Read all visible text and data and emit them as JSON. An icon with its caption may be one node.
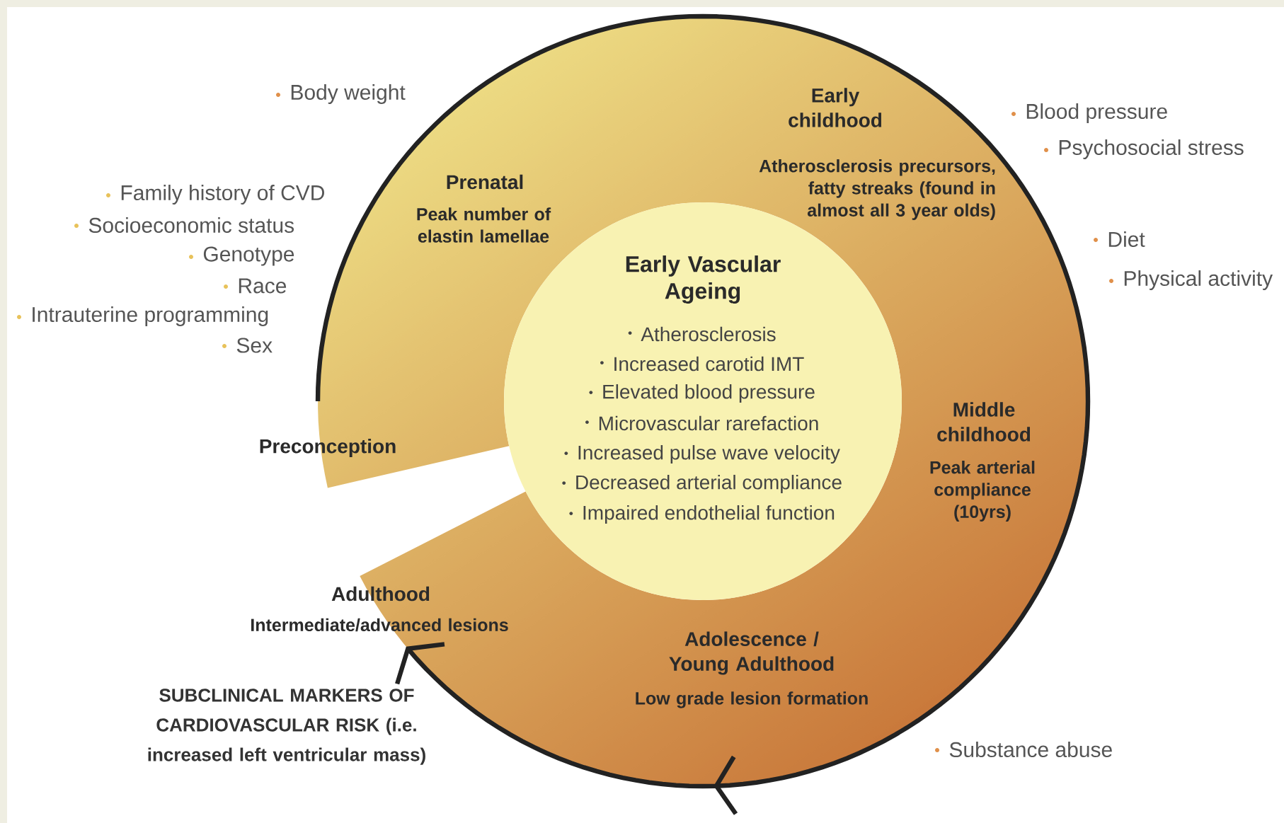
{
  "diagram": {
    "nodes": [
      {
        "text": [
          "Prenatal",
          "Peak number of elastin lamellae",
          "Early childhood",
          "Atherosclerosis precursors, fatty streaks (found in almost all 3 year olds)",
          "Middle childhood",
          "Peak arterial compliance (10yrs)",
          "Adolescence / Young Adulthood",
          "Low grade lesion formation",
          "Adulthood",
          "Intermediate/advanced lesions"
        ]
      },
      {
        "in": 0,
        "text": [
          "Early Vascular Ageing",
          "Atherosclerosis",
          "Increased carotid IMT",
          "Elevated blood pressure",
          "Microvascular rarefaction",
          "Increased pulse wave velocity",
          "Decreased arterial compliance",
          "Impaired endothelial function"
        ]
      }
    ],
    "labels": [
      "Preconception",
      "Body weight",
      "Family history of CVD",
      "Socioeconomic status",
      "Genotype",
      "Race",
      "Intrauterine programming",
      "Sex",
      "Blood pressure",
      "Psychosocial stress",
      "Diet",
      "Physical activity",
      "Substance abuse",
      "SUBCLINICAL MARKERS OF CARDIOVASCULAR RISK (i.e. increased left ventricular mass)"
    ]
  }
}
